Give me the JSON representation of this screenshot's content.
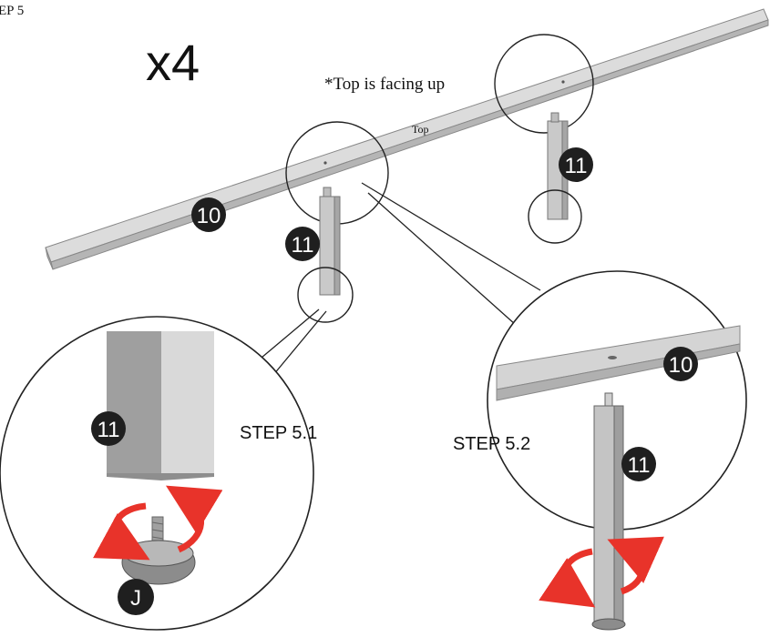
{
  "step_title": "EP 5",
  "quantity": "x4",
  "top_note": "*Top is facing up",
  "top_label": "Top",
  "part_10_label": "10",
  "part_11_label": "11",
  "part_j_label": "J",
  "step_5_1_label": "STEP 5.1",
  "step_5_2_label": "STEP 5.2",
  "colors": {
    "rail_top": "#dcdcdc",
    "rail_side": "#b9b9b9",
    "leg_front": "#c9c9c9",
    "leg_side": "#a6a6a6",
    "badge": "#1f1f1f",
    "arrow": "#e8332a",
    "outline": "#222222"
  }
}
